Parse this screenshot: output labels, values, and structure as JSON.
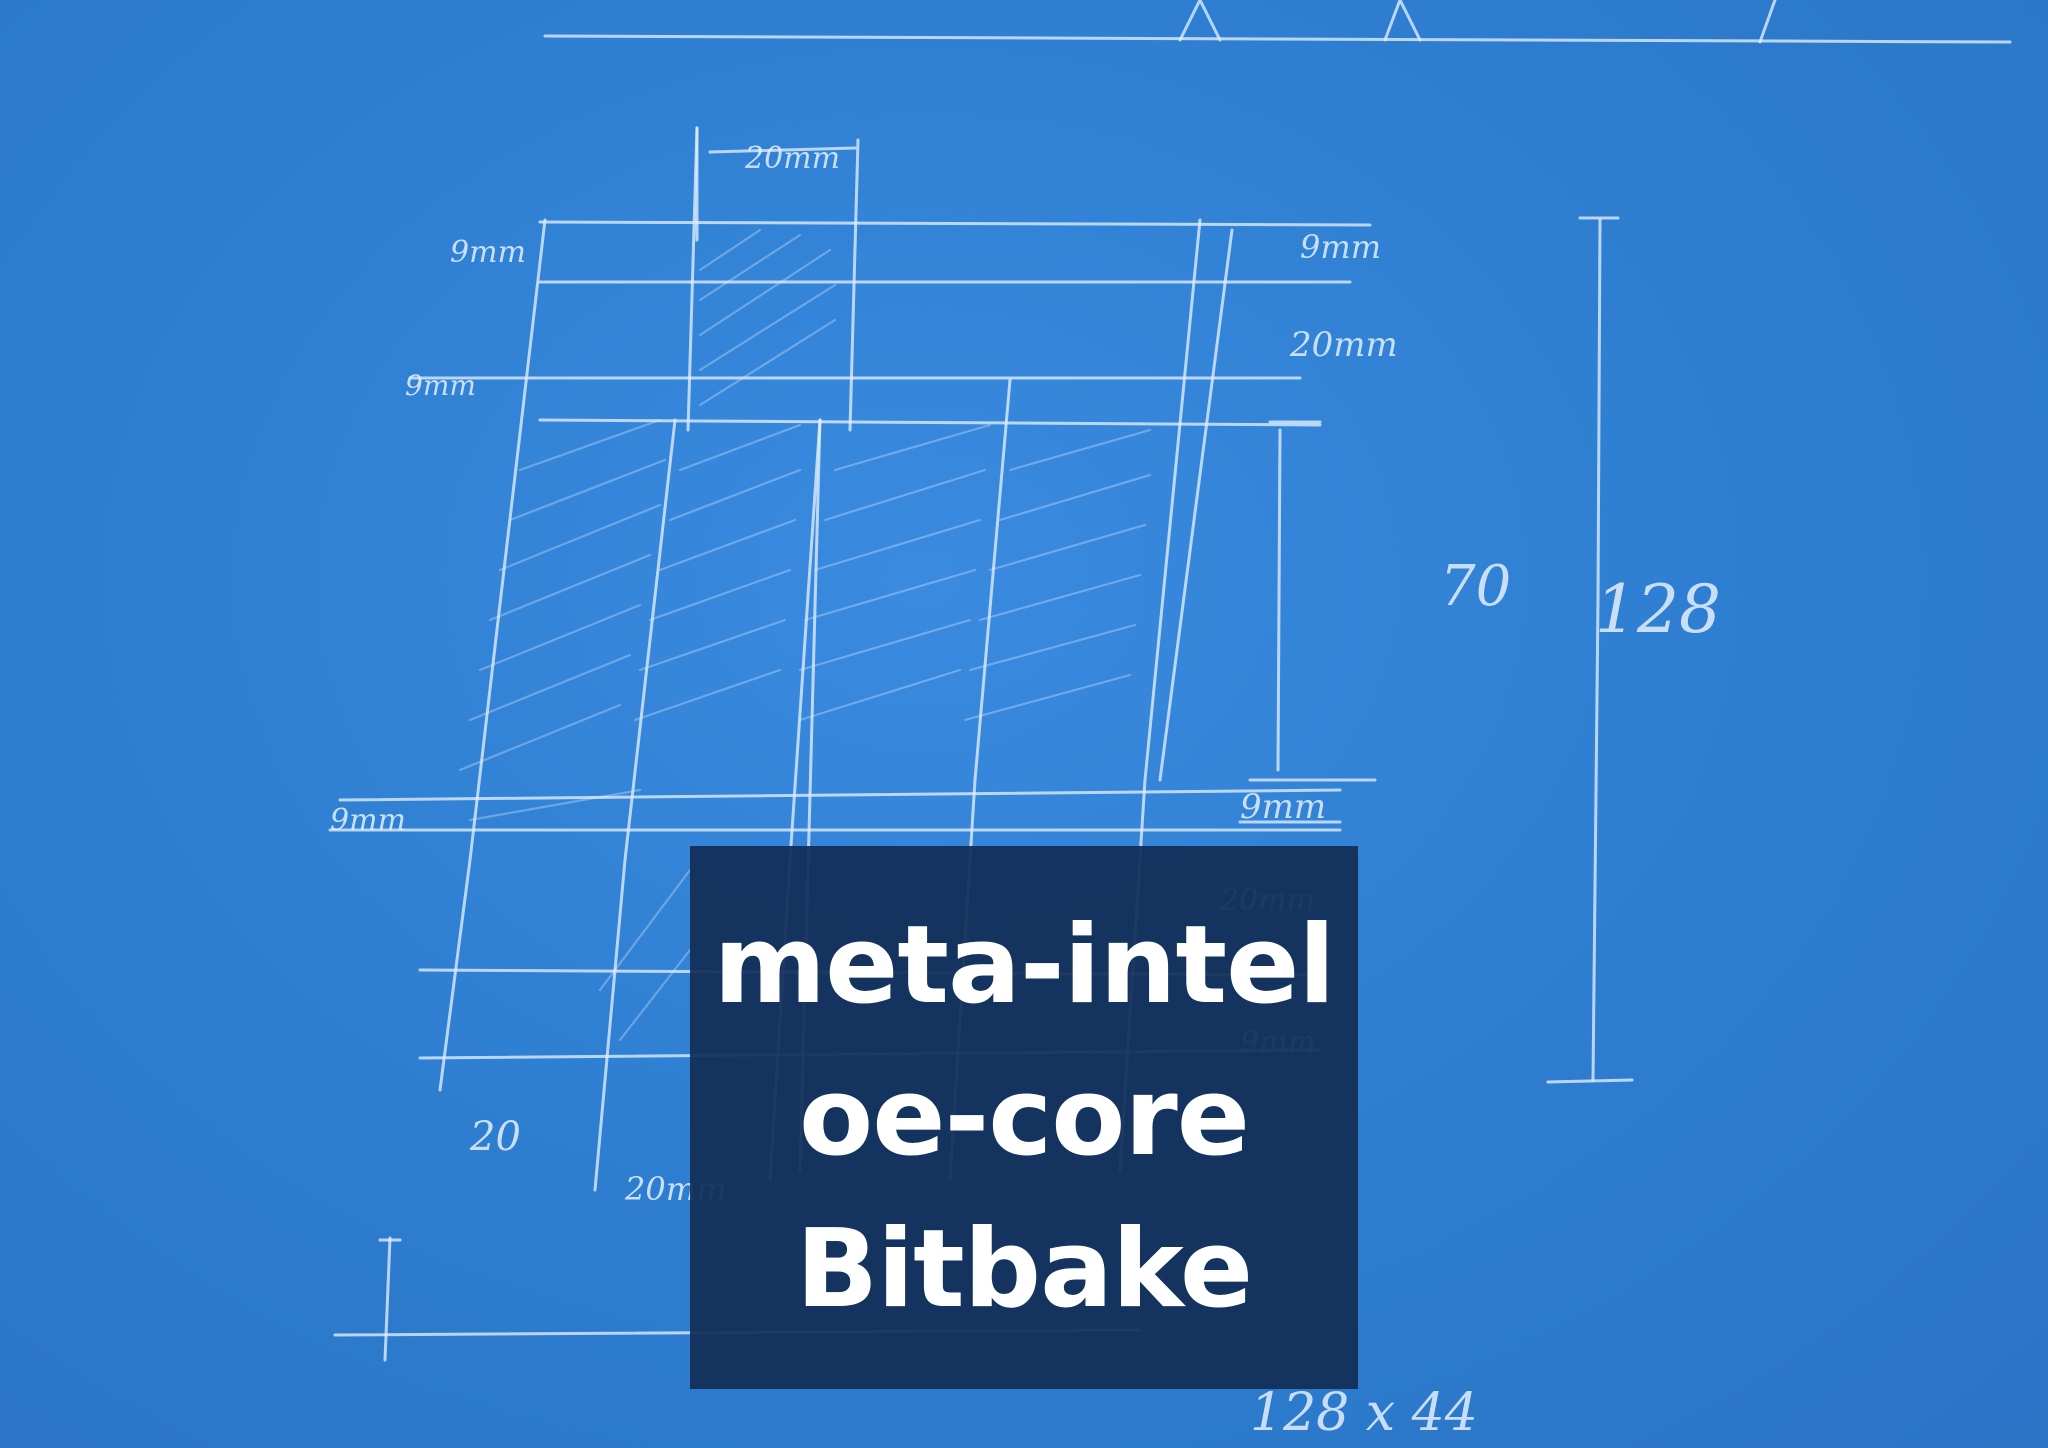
{
  "sketch": {
    "dimensions": {
      "top_20mm": "20mm",
      "left_9mm_a": "9mm",
      "left_9mm_b": "9mm",
      "left_9mm_c": "9mm",
      "right_9mm_a": "9mm",
      "right_20mm": "20mm",
      "right_70": "70",
      "overall_128": "128",
      "right_9mm_b": "9mm",
      "right_20mm_b": "20mm",
      "right_9mm_c": "9mm",
      "bottom_left_20": "20",
      "bottom_20mm": "20mm",
      "bottom_size": "128 x 44"
    }
  },
  "overlay": {
    "lines": [
      "meta-intel",
      "oe-core",
      "Bitbake"
    ],
    "background": "#122d56",
    "text_color": "#ffffff"
  },
  "colors": {
    "blueprint_blue": "#2f7fd0",
    "chalk": "#e1eeff"
  }
}
